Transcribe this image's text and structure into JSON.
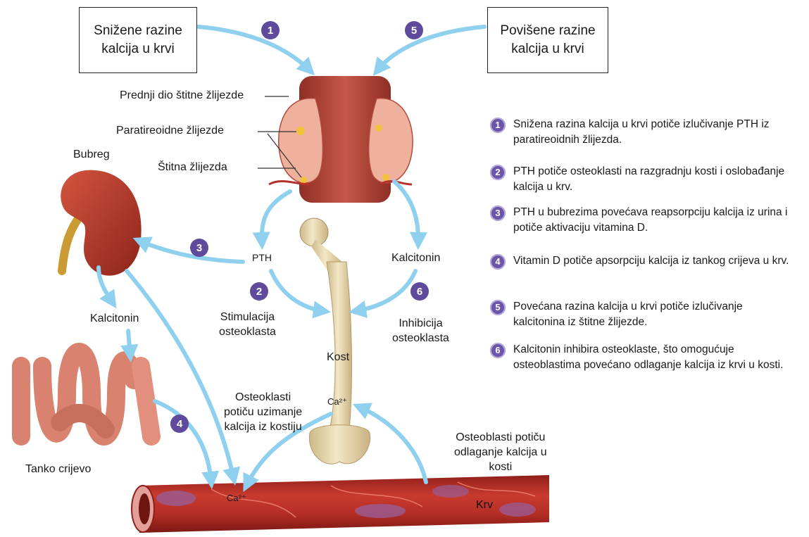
{
  "boxes": {
    "low": [
      "Snižene razine",
      "kalcija u krvi"
    ],
    "high": [
      "Povišene razine",
      "kalcija u krvi"
    ]
  },
  "labels": {
    "front_thyroid": "Prednji dio štitne žlijezde",
    "parathyroid": "Paratireoidne žlijezde",
    "thyroid": "Štitna žlijezda",
    "kidney": "Bubreg",
    "pth": "PTH",
    "calcitonin_right": "Kalcitonin",
    "calcitonin_left": "Kalcitonin",
    "stim": [
      "Stimulacija",
      "osteoklasta"
    ],
    "inhib": [
      "Inhibicija",
      "osteoklasta"
    ],
    "bone": "Kost",
    "ca_bone": "Ca²⁺",
    "ca_blood": "Ca²⁺",
    "osteoclasts": [
      "Osteoklasti",
      "potiču uzimanje",
      "kalcija iz kostiju"
    ],
    "osteoblasts": [
      "Osteoblasti potiču",
      "odlaganje kalcija u",
      "kosti"
    ],
    "intestine": "Tanko crijevo",
    "blood": "Krv"
  },
  "steps": [
    {
      "n": "1",
      "text": "Snižena razina kalcija u krvi potiče izlučivanje PTH iz paratireoidnih žlijezda."
    },
    {
      "n": "2",
      "text": "PTH potiče osteoklasti na razgradnju kosti i oslobađanje kalcija u krv."
    },
    {
      "n": "3",
      "text": "PTH u bubrezima povećava reapsorpciju kalcija iz urina i potiče aktivaciju vitamina D."
    },
    {
      "n": "4",
      "text": "Vitamin D potiče apsorpciju kalcija iz tankog crijeva u krv."
    },
    {
      "n": "5",
      "text": "Povećana razina kalcija u krvi potiče izlučivanje kalcitonina iz štitne žlijezde."
    },
    {
      "n": "6",
      "text": "Kalcitonin inhibira osteoklaste, što omogućuje osteoblastima povećano odlaganje kalcija iz krvi u kosti."
    }
  ],
  "colors": {
    "arrow": "#8fd0ee",
    "step_badge": "#5f4a9c",
    "kidney": "#b8392c",
    "thyroid": "#e8a090",
    "muscle": "#b44a3c",
    "bone": "#eadbb5",
    "vessel": "#b5322a",
    "intestine": "#e0897a"
  }
}
